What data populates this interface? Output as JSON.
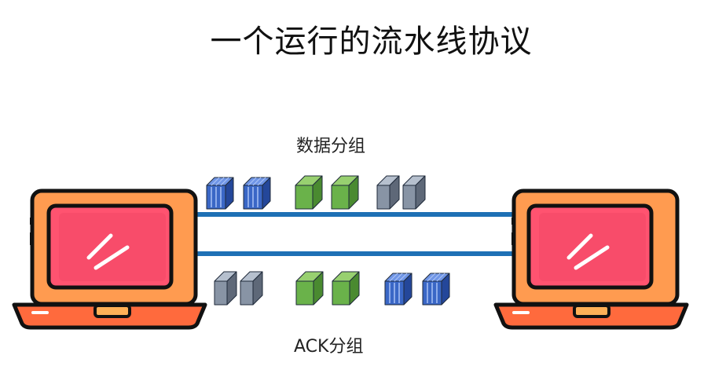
{
  "title": "一个运行的流水线协议",
  "data_packets_label": "数据分组",
  "ack_packets_label": "ACK分组",
  "colors": {
    "link": "#1E70B5",
    "laptop_body": "#FF9B50",
    "laptop_base": "#FF6A3D",
    "screen": "#FF5370",
    "outline": "#111111",
    "packet_blue": "#3A67C6",
    "packet_green": "#6AB24A",
    "packet_gray": "#8894A5"
  },
  "packets": {
    "data": [
      "blue",
      "blue",
      "green",
      "green",
      "gray",
      "gray"
    ],
    "ack": [
      "gray",
      "gray",
      "green",
      "green",
      "blue",
      "blue"
    ]
  },
  "icons": [
    "laptop-icon",
    "laptop-icon"
  ]
}
